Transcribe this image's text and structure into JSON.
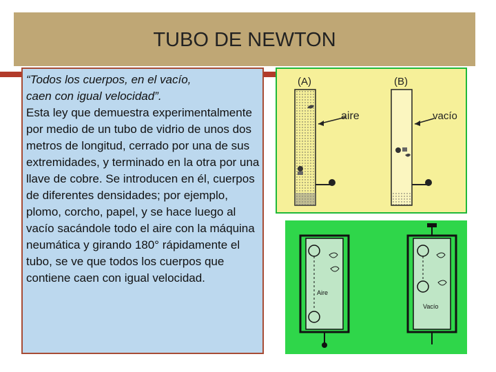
{
  "slide": {
    "title": "TUBO DE NEWTON",
    "quote_line1": "“Todos los cuerpos, en el vacío,",
    "quote_line2": "caen con igual velocidad”.",
    "body": "Esta ley que demuestra experimentalmente por medio de un tubo de vidrio de unos dos metros de longitud, cerrado por una de sus extremidades, y terminado en la otra por una llave de cobre. Se introducen en él, cuerpos de diferentes densidades; por ejemplo, plomo, corcho, papel, y se hace luego al vacío sacándole todo el aire con la máquina neumática y girando 180° rápidamente el tubo, se ve que todos los cuerpos que contiene caen con igual velocidad."
  },
  "diagram_ab": {
    "label_a": "(A)",
    "label_b": "(B)",
    "label_air": "aire",
    "label_vacuum": "vacío"
  },
  "diagram_green": {
    "label_air": "Aire",
    "label_vacuum": "Vacío"
  },
  "colors": {
    "title_bg": "#bfa775",
    "text_box_bg": "#bcd8ee",
    "border": "#a64b34",
    "panel_yellow": "#f6f099",
    "panel_green": "#2fd64a"
  }
}
